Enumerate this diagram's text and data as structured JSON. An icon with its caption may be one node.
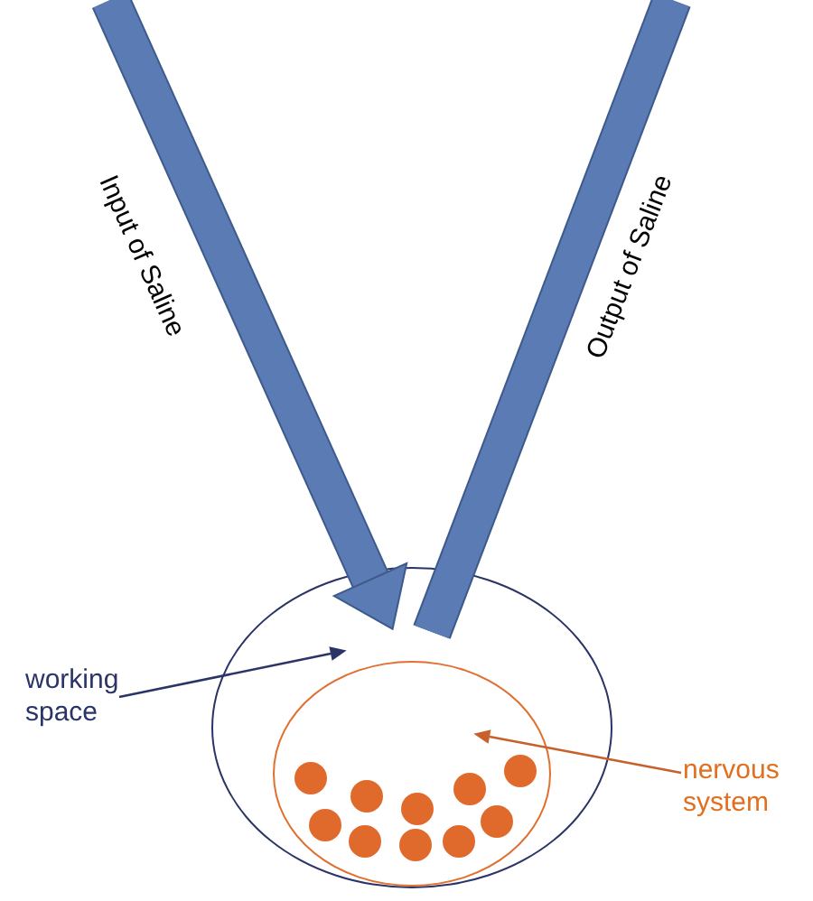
{
  "diagram": {
    "nodes": [
      {
        "text": [],
        "shape": "ellipse"
      },
      {
        "text": [],
        "shape": "ellipse",
        "in": 0
      },
      {
        "text": [],
        "shape": "circle",
        "in": 1
      },
      {
        "text": [],
        "shape": "circle",
        "in": 1
      },
      {
        "text": [],
        "shape": "circle",
        "in": 1
      },
      {
        "text": [],
        "shape": "circle",
        "in": 1
      },
      {
        "text": [],
        "shape": "circle",
        "in": 1
      },
      {
        "text": [],
        "shape": "circle",
        "in": 1
      },
      {
        "text": [],
        "shape": "circle",
        "in": 1
      },
      {
        "text": [],
        "shape": "circle",
        "in": 1
      },
      {
        "text": [],
        "shape": "circle",
        "in": 1
      },
      {
        "text": [],
        "shape": "circle",
        "in": 1
      },
      {
        "text": [
          "working space"
        ]
      },
      {
        "text": [
          "nervous system"
        ]
      }
    ],
    "edges": [
      {
        "from": null,
        "to": 0,
        "arrow": "to",
        "label": "Input of Saline",
        "style": "thick",
        "color": "#5b7bb5"
      },
      {
        "from": 0,
        "to": null,
        "arrow": "none",
        "label": "Output of Saline",
        "style": "thick",
        "color": "#5b7bb5"
      },
      {
        "from": 12,
        "to": 0,
        "arrow": "to",
        "color": "#2b3467"
      },
      {
        "from": 13,
        "to": 1,
        "arrow": "to",
        "color": "#c8602c"
      }
    ]
  }
}
